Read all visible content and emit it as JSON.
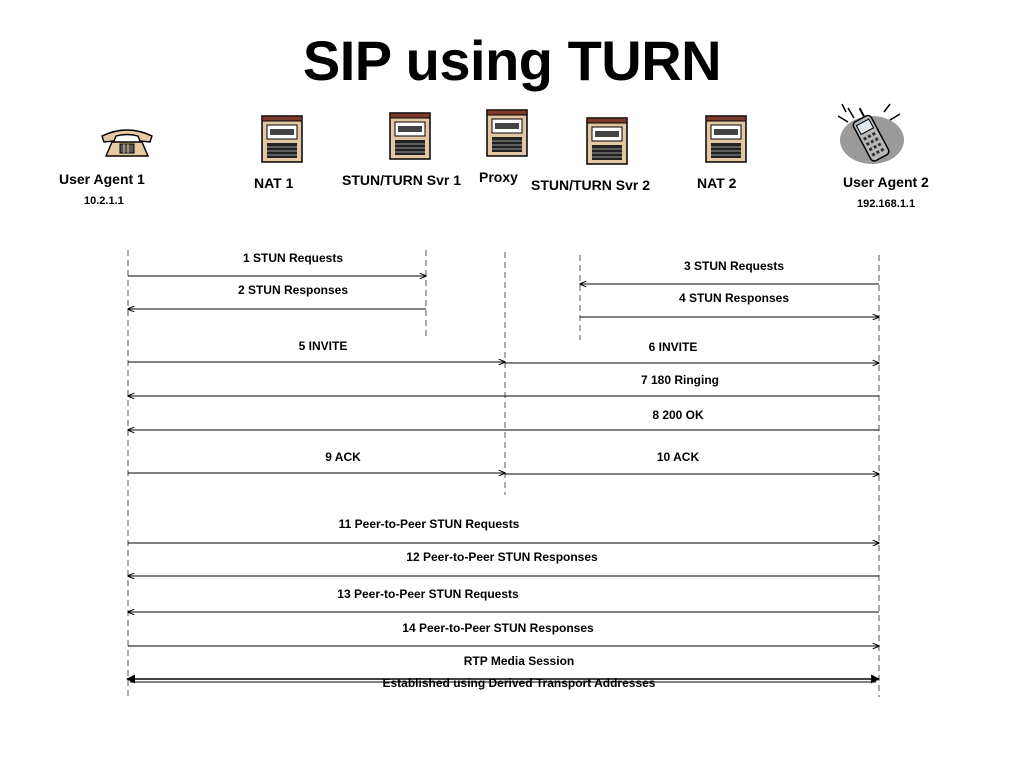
{
  "title": "SIP using TURN",
  "entities": [
    {
      "key": "ua1",
      "label": "User Agent 1",
      "address": "10.2.1.1",
      "icon": "telephone-icon"
    },
    {
      "key": "nat1",
      "label": "NAT 1",
      "address": "",
      "icon": "server-icon"
    },
    {
      "key": "stun1",
      "label": "STUN/TURN Svr 1",
      "address": "",
      "icon": "server-icon"
    },
    {
      "key": "proxy",
      "label": "Proxy",
      "address": "",
      "icon": "server-icon"
    },
    {
      "key": "stun2",
      "label": "STUN/TURN Svr 2",
      "address": "",
      "icon": "server-icon"
    },
    {
      "key": "nat2",
      "label": "NAT 2",
      "address": "",
      "icon": "server-icon"
    },
    {
      "key": "ua2",
      "label": "User Agent 2",
      "address": "192.168.1.1",
      "icon": "mobile-phone-icon"
    }
  ],
  "messages": [
    {
      "label": "1  STUN Requests",
      "from": "ua1",
      "to": "stun1"
    },
    {
      "label": "2  STUN Responses",
      "from": "stun1",
      "to": "ua1"
    },
    {
      "label": "3  STUN Requests",
      "from": "ua2",
      "to": "stun2"
    },
    {
      "label": "4  STUN Responses",
      "from": "stun2",
      "to": "ua2"
    },
    {
      "label": "5 INVITE",
      "from": "ua1",
      "to": "proxy"
    },
    {
      "label": "6 INVITE",
      "from": "proxy",
      "to": "ua2"
    },
    {
      "label": "7 180 Ringing",
      "from": "ua2",
      "to": "ua1"
    },
    {
      "label": "8 200 OK",
      "from": "ua2",
      "to": "ua1"
    },
    {
      "label": "9 ACK",
      "from": "ua1",
      "to": "proxy"
    },
    {
      "label": "10 ACK",
      "from": "proxy",
      "to": "ua2"
    },
    {
      "label": "11 Peer-to-Peer STUN Requests",
      "from": "ua1",
      "to": "ua2"
    },
    {
      "label": "12 Peer-to-Peer STUN Responses",
      "from": "ua2",
      "to": "ua1"
    },
    {
      "label": "13 Peer-to-Peer STUN Requests",
      "from": "ua2",
      "to": "ua1"
    },
    {
      "label": "14 Peer-to-Peer STUN Responses",
      "from": "ua1",
      "to": "ua2"
    }
  ],
  "media_session": {
    "label": "RTP Media Session",
    "sublabel": "Established using Derived Transport Addresses"
  }
}
